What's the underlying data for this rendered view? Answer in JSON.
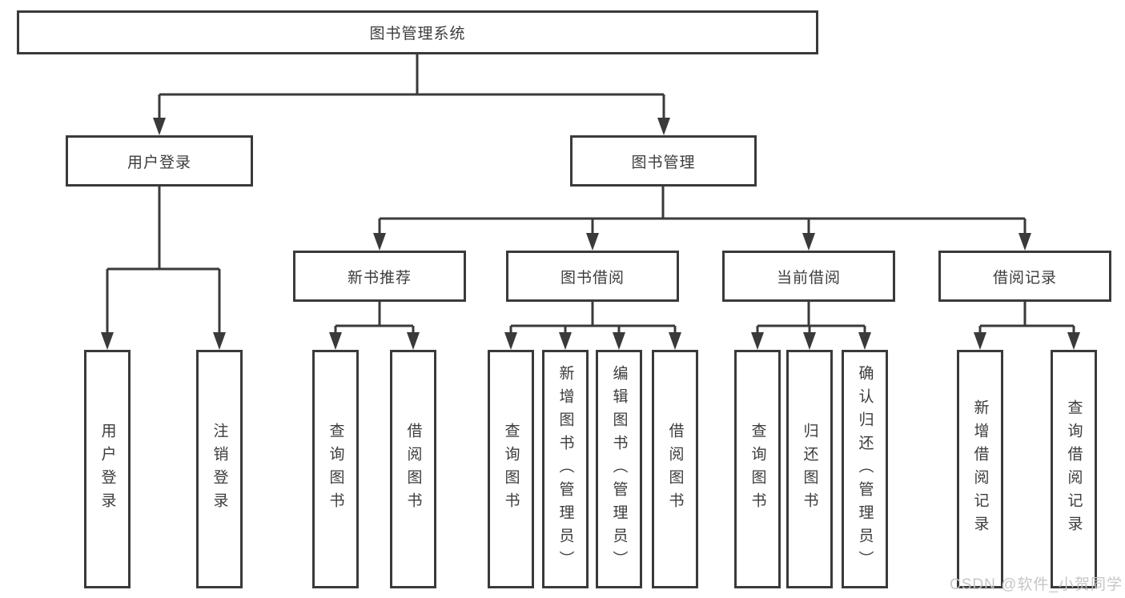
{
  "diagram": {
    "title": "图书管理系统",
    "root": {
      "label": "图书管理系统"
    },
    "level2": [
      {
        "id": "user-login",
        "label": "用户登录"
      },
      {
        "id": "book-management",
        "label": "图书管理"
      }
    ],
    "level3": [
      {
        "id": "new-book-recommend",
        "label": "新书推荐"
      },
      {
        "id": "book-borrowing",
        "label": "图书借阅"
      },
      {
        "id": "current-borrowing",
        "label": "当前借阅"
      },
      {
        "id": "borrow-records",
        "label": "借阅记录"
      }
    ],
    "leaves": [
      {
        "parent": "user-login",
        "label": "用户登录"
      },
      {
        "parent": "user-login",
        "label": "注销登录"
      },
      {
        "parent": "new-book-recommend",
        "label": "查询图书"
      },
      {
        "parent": "new-book-recommend",
        "label": "借阅图书"
      },
      {
        "parent": "book-borrowing",
        "label": "查询图书"
      },
      {
        "parent": "book-borrowing",
        "label": "新增图书（管理员）"
      },
      {
        "parent": "book-borrowing",
        "label": "编辑图书（管理员）"
      },
      {
        "parent": "book-borrowing",
        "label": "借阅图书"
      },
      {
        "parent": "current-borrowing",
        "label": "查询图书"
      },
      {
        "parent": "current-borrowing",
        "label": "归还图书"
      },
      {
        "parent": "current-borrowing",
        "label": "确认归还（管理员）"
      },
      {
        "parent": "borrow-records",
        "label": "新增借阅记录"
      },
      {
        "parent": "borrow-records",
        "label": "查询借阅记录"
      }
    ],
    "watermark": "CSDN @软件_小贺同学",
    "colors": {
      "line": "#3a3a3a",
      "text": "#3c3c3c",
      "watermark": "#c3c3c3",
      "background": "#ffffff"
    }
  }
}
